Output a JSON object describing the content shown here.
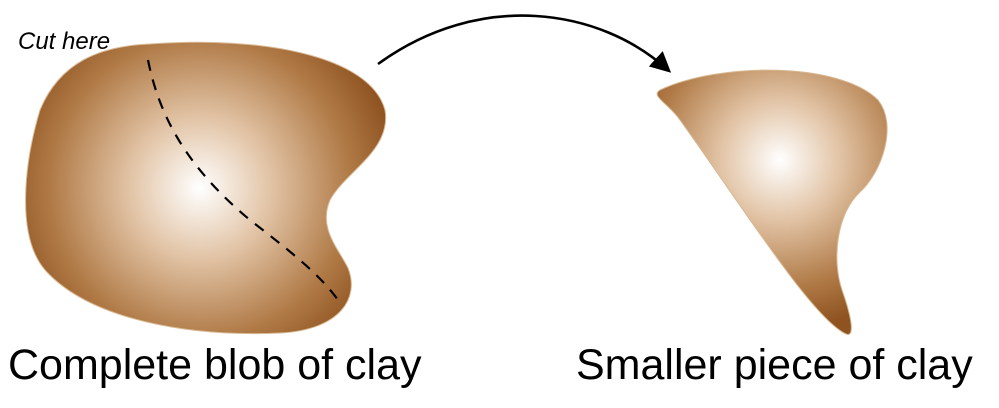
{
  "labels": {
    "cut_here": "Cut here",
    "complete_blob": "Complete blob of clay",
    "smaller_piece": "Smaller piece of clay"
  },
  "colors": {
    "clay_dark": "#9a5a22",
    "clay_light": "#ffffff",
    "outline": "#000000"
  },
  "icons": {
    "arrow": "curved-arrow-icon"
  }
}
